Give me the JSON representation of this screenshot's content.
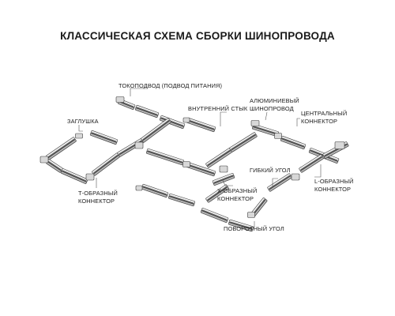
{
  "title": "КЛАССИЧЕСКАЯ СХЕМА СБОРКИ ШИНОПРОВОДА",
  "labels": {
    "power_feed": "ТОКОПОДВОД (ПОДВОД ПИТАНИЯ)",
    "inner_joint": "ВНУТРЕННИЙ СТЫК",
    "aluminium_line1": "АЛЮМИНИЕВЫЙ",
    "aluminium_line2": "ШИНОПРОВОД",
    "central_line1": "ЦЕНТРАЛЬНЫЙ",
    "central_line2": "КОННЕКТОР",
    "end_cap": "ЗАГЛУШКА",
    "flexible_corner": "ГИБКИЙ УГОЛ",
    "l_line1": "L-ОБРАЗНЫЙ",
    "l_line2": "КОННЕКТОР",
    "x_line1": "X-ОБРАЗНЫЙ",
    "x_line2": "КОННЕКТОР",
    "t_line1": "Т-ОБРАЗНЫЙ",
    "t_line2": "КОННЕКТОР",
    "rotary_corner": "ПОВОРОТНЫЙ УГОЛ"
  },
  "colors": {
    "track_top": "#f2f2f2",
    "track_side": "#8c8c8c",
    "track_dark": "#555555",
    "text": "#1c1c1c"
  }
}
